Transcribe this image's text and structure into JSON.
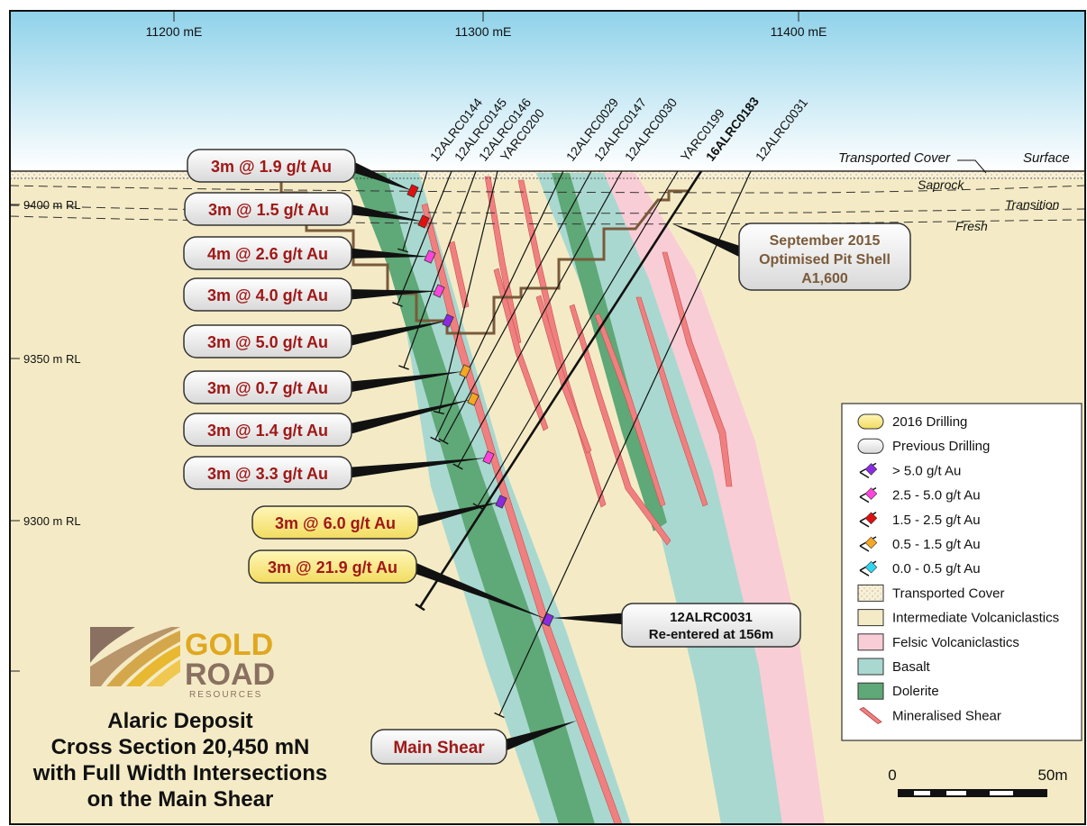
{
  "colors": {
    "sky_top": "#8fd2ea",
    "sky_bottom": "#ffffff",
    "ground": "#f4ebc6",
    "dolerite": "#5fa877",
    "basalt": "#a9d8d0",
    "felsic": "#f9cdd6",
    "shear": "#f08080",
    "pit": "#7a5a3a",
    "label_red": "#a01818",
    "label_2016_fill": "#fcef9a"
  },
  "grid": {
    "eastings": [
      "11200 mE",
      "11300 mE",
      "11400 mE"
    ],
    "rls": [
      "9400 m RL",
      "9350 m RL",
      "9300 m RL"
    ]
  },
  "surface": {
    "surface": "Surface",
    "transported_cover": "Transported Cover",
    "saprock": "Saprock",
    "transition": "Transition",
    "fresh": "Fresh"
  },
  "holes": [
    {
      "id": "12ALRC0144",
      "bold": false
    },
    {
      "id": "12ALRC0145",
      "bold": false
    },
    {
      "id": "12ALRC0146",
      "bold": false
    },
    {
      "id": "YARC0200",
      "bold": false
    },
    {
      "id": "12ALRC0029",
      "bold": false
    },
    {
      "id": "12ALRC0147",
      "bold": false
    },
    {
      "id": "12ALRC0030",
      "bold": false
    },
    {
      "id": "YARC0199",
      "bold": false
    },
    {
      "id": "16ALRC0183",
      "bold": true
    },
    {
      "id": "12ALRC0031",
      "bold": false
    }
  ],
  "intercepts": [
    {
      "text": "3m @ 1.9 g/t Au",
      "type": "previous",
      "grade": "1.5 - 2.5"
    },
    {
      "text": "3m @ 1.5 g/t Au",
      "type": "previous",
      "grade": "1.5 - 2.5"
    },
    {
      "text": "4m @ 2.6 g/t Au",
      "type": "previous",
      "grade": "2.5 - 5.0"
    },
    {
      "text": "3m @ 4.0 g/t Au",
      "type": "previous",
      "grade": "2.5 - 5.0"
    },
    {
      "text": "3m @ 5.0 g/t Au",
      "type": "previous",
      "grade": "> 5.0"
    },
    {
      "text": "3m @ 0.7 g/t Au",
      "type": "previous",
      "grade": "0.5 - 1.5"
    },
    {
      "text": "3m @ 1.4 g/t Au",
      "type": "previous",
      "grade": "0.5 - 1.5"
    },
    {
      "text": "3m @ 3.3 g/t Au",
      "type": "previous",
      "grade": "2.5 - 5.0"
    },
    {
      "text": "3m @ 6.0 g/t Au",
      "type": "2016",
      "grade": "> 5.0"
    },
    {
      "text": "3m @ 21.9 g/t Au",
      "type": "2016",
      "grade": "> 5.0"
    }
  ],
  "pit_shell": {
    "line1": "September 2015",
    "line2": "Optimised Pit Shell",
    "line3": "A1,600"
  },
  "reentry": {
    "line1": "12ALRC0031",
    "line2": "Re-entered at 156m"
  },
  "main_shear": "Main Shear",
  "legend": [
    {
      "label": "2016 Drilling",
      "kind": "pill2016"
    },
    {
      "label": "Previous Drilling",
      "kind": "pillprev"
    },
    {
      "label": "> 5.0 g/t Au",
      "kind": "diamond",
      "color": "#8a2be2"
    },
    {
      "label": "2.5 - 5.0 g/t Au",
      "kind": "diamond",
      "color": "#ff44dd"
    },
    {
      "label": "1.5 - 2.5 g/t Au",
      "kind": "diamond",
      "color": "#e01010"
    },
    {
      "label": "0.5 - 1.5 g/t Au",
      "kind": "diamond",
      "color": "#f5a623"
    },
    {
      "label": "0.0 - 0.5 g/t Au",
      "kind": "diamond",
      "color": "#2fd6f0"
    },
    {
      "label": "Transported Cover",
      "kind": "swatch_dots",
      "color": "#f8f0d8"
    },
    {
      "label": "Intermediate Volcaniclastics",
      "kind": "swatch",
      "color": "#f4ebc6"
    },
    {
      "label": "Felsic Volcaniclastics",
      "kind": "swatch",
      "color": "#f9cdd6"
    },
    {
      "label": "Basalt",
      "kind": "swatch",
      "color": "#a9d8d0"
    },
    {
      "label": "Dolerite",
      "kind": "swatch",
      "color": "#5fa877"
    },
    {
      "label": "Mineralised Shear",
      "kind": "shear",
      "color": "#f08080"
    }
  ],
  "logo": {
    "word1": "GOLD",
    "word2": "ROAD",
    "word3": "RESOURCES"
  },
  "title": {
    "line1": "Alaric Deposit",
    "line2": "Cross Section 20,450 mN",
    "line3": "with Full Width Intersections",
    "line4": "on the Main Shear"
  },
  "scale": {
    "left": "0",
    "right": "50m"
  }
}
